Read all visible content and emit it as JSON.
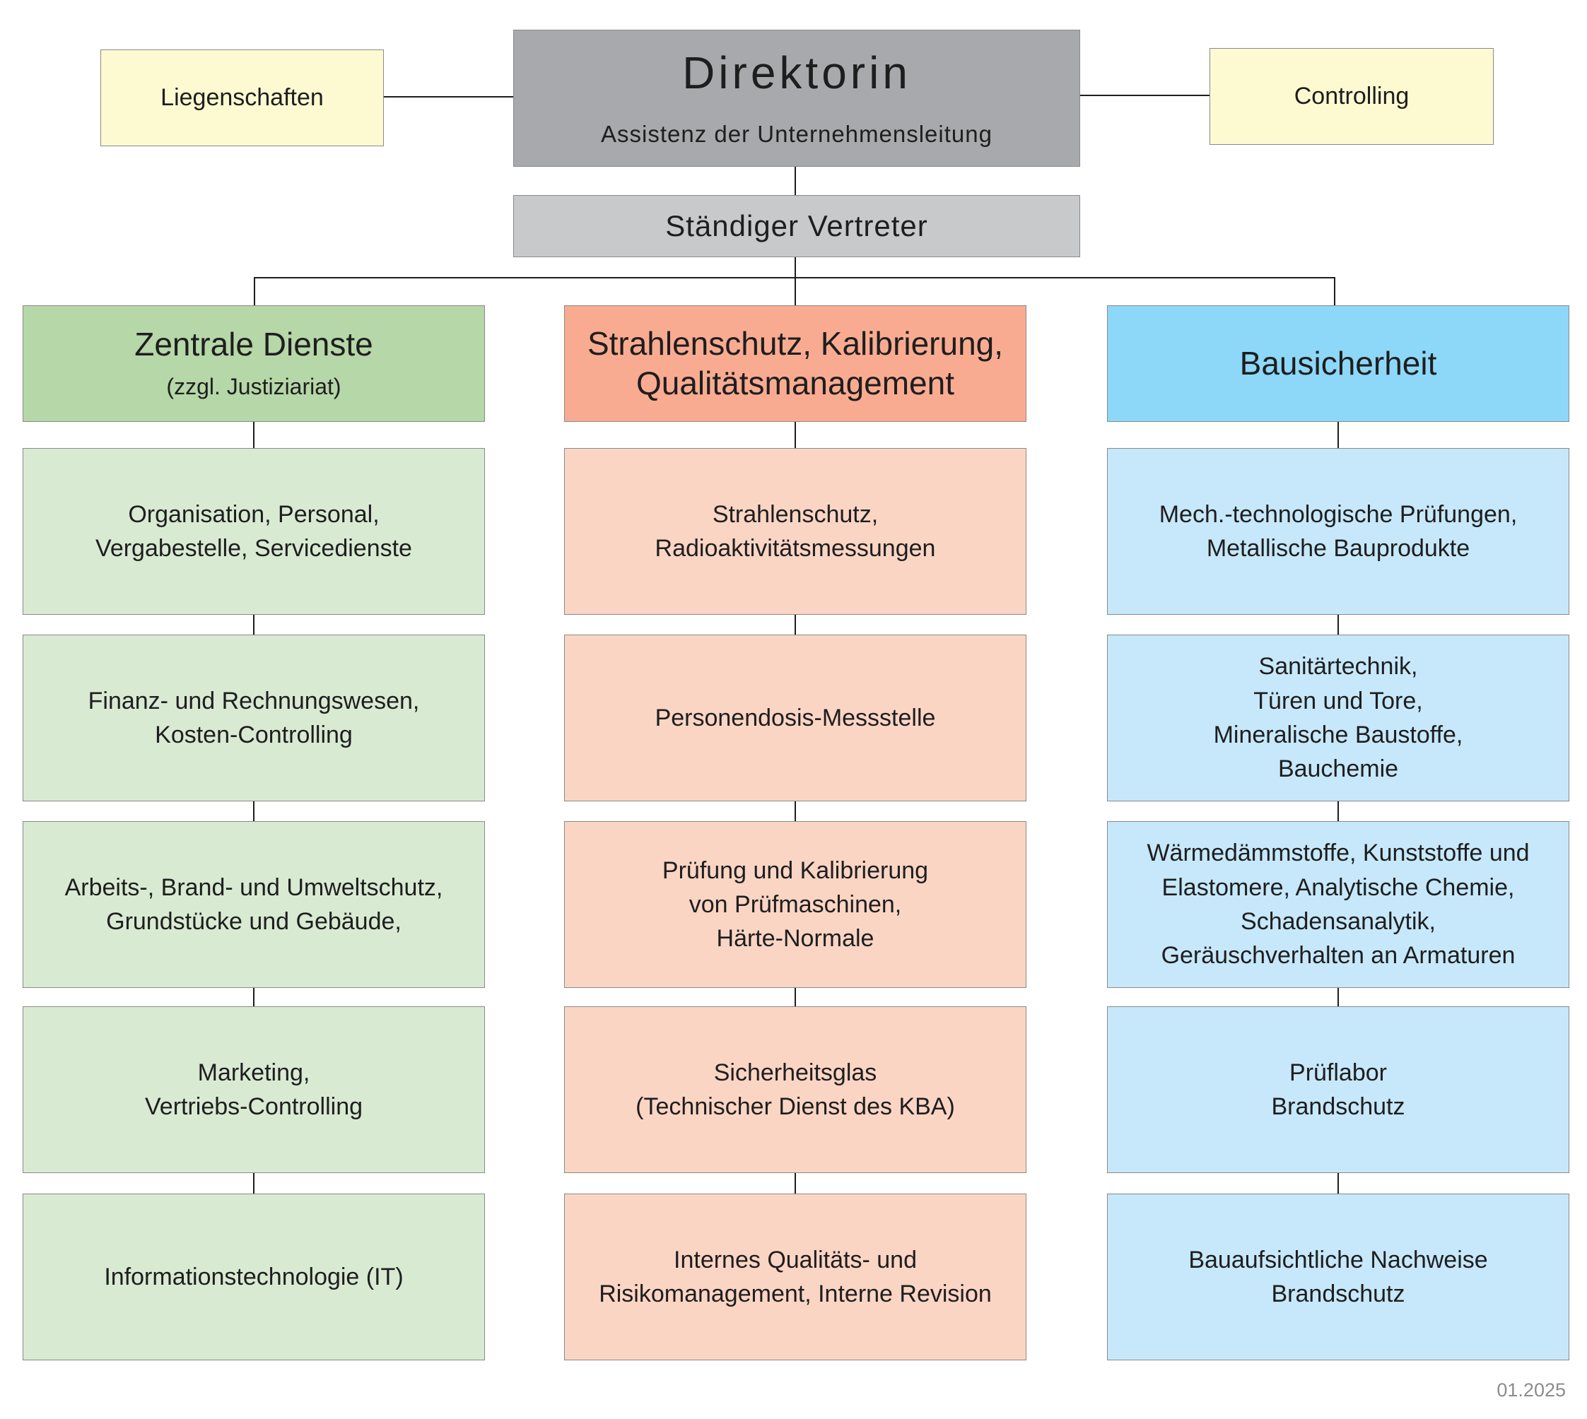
{
  "top": {
    "left_box": "Liegenschaften",
    "right_box": "Controlling",
    "director_title": "Direktorin",
    "director_subtitle": "Assistenz der Unternehmensleitung",
    "deputy": "Ständiger Vertreter"
  },
  "columns": [
    {
      "head": [
        "Zentrale Dienste"
      ],
      "head_sub": "(zzgl. Justiziariat)",
      "units": [
        [
          "Organisation, Personal,",
          "Vergabestelle, Servicedienste"
        ],
        [
          "Finanz- und Rechnungswesen,",
          "Kosten-Controlling"
        ],
        [
          "Arbeits-, Brand- und Umweltschutz,",
          "Grundstücke und Gebäude,"
        ],
        [
          "Marketing,",
          "Vertriebs-Controlling"
        ],
        [
          "Informationstechnologie (IT)"
        ]
      ]
    },
    {
      "head": [
        "Strahlenschutz, Kalibrierung,",
        "Qualitätsmanagement"
      ],
      "head_sub": "",
      "units": [
        [
          "Strahlenschutz,",
          "Radioaktivitätsmessungen"
        ],
        [
          "Personendosis-Messstelle"
        ],
        [
          "Prüfung und Kalibrierung",
          "von Prüfmaschinen,",
          "Härte-Normale"
        ],
        [
          "Sicherheitsglas",
          "(Technischer Dienst des KBA)"
        ],
        [
          "Internes Qualitäts- und",
          "Risikomanagement, Interne Revision"
        ]
      ]
    },
    {
      "head": [
        "Bausicherheit"
      ],
      "head_sub": "",
      "units": [
        [
          "Mech.-technologische Prüfungen,",
          "Metallische Bauprodukte"
        ],
        [
          "Sanitärtechnik,",
          "Türen und Tore,",
          "Mineralische Baustoffe,",
          "Bauchemie"
        ],
        [
          "Wärmedämmstoffe, Kunststoffe und",
          "Elastomere, Analytische Chemie,",
          "Schadensanalytik,",
          "Geräuschverhalten an Armaturen"
        ],
        [
          "Prüflabor",
          "Brandschutz"
        ],
        [
          "Bauaufsichtliche Nachweise",
          "Brandschutz"
        ]
      ]
    }
  ],
  "date": "01.2025"
}
